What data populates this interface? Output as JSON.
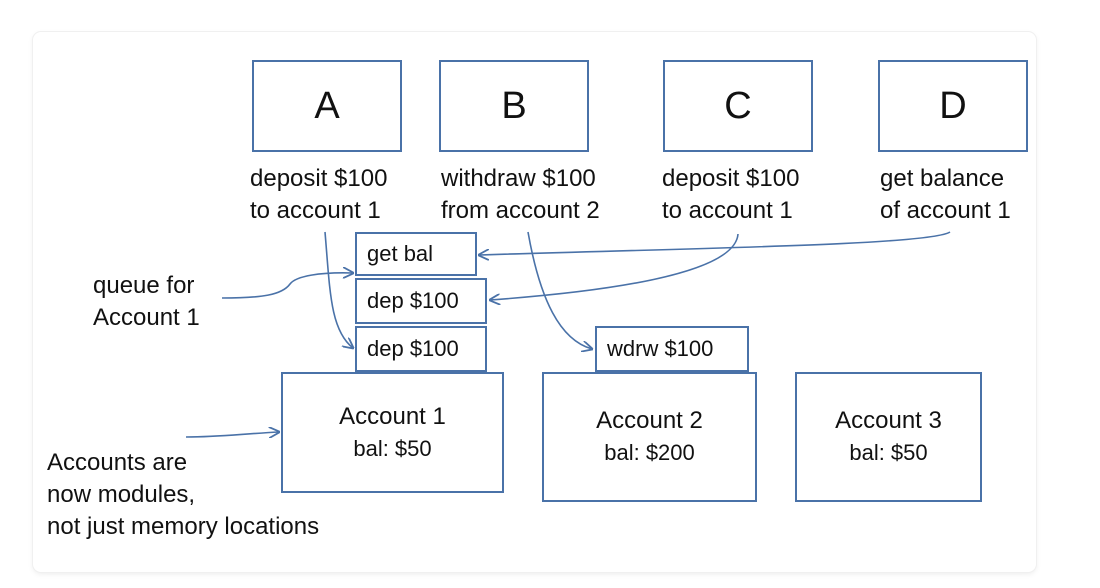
{
  "clients": [
    {
      "label": "A",
      "desc": [
        "deposit $100",
        "to account 1"
      ]
    },
    {
      "label": "B",
      "desc": [
        "withdraw $100",
        "from account 2"
      ]
    },
    {
      "label": "C",
      "desc": [
        "deposit $100",
        "to account 1"
      ]
    },
    {
      "label": "D",
      "desc": [
        "get balance",
        "of account 1"
      ]
    }
  ],
  "queue_label": [
    "queue for",
    "Account 1"
  ],
  "queue_items": [
    "get bal",
    "dep $100",
    "dep $100"
  ],
  "account2_queue_item": "wdrw $100",
  "accounts": [
    {
      "name": "Account 1",
      "bal": "bal: $50"
    },
    {
      "name": "Account 2",
      "bal": "bal: $200"
    },
    {
      "name": "Account 3",
      "bal": "bal: $50"
    }
  ],
  "note": [
    "Accounts are",
    "now modules,",
    "not just memory locations"
  ],
  "colors": {
    "box_border": "#4a72a8",
    "arrow": "#4a72a8"
  }
}
